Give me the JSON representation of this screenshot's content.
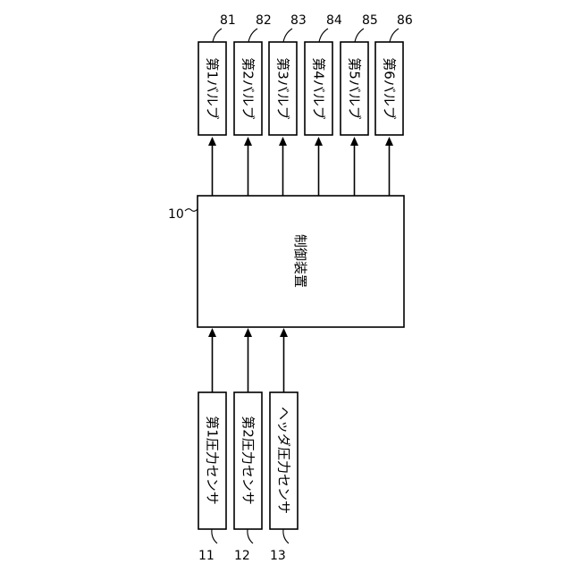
{
  "controller": {
    "label": "制御装置",
    "ref": "10"
  },
  "valves": [
    {
      "label": "第1バルブ",
      "ref": "81"
    },
    {
      "label": "第2バルブ",
      "ref": "82"
    },
    {
      "label": "第3バルブ",
      "ref": "83"
    },
    {
      "label": "第4バルブ",
      "ref": "84"
    },
    {
      "label": "第5バルブ",
      "ref": "85"
    },
    {
      "label": "第6バルブ",
      "ref": "86"
    }
  ],
  "sensors": [
    {
      "label": "第1圧力センサ",
      "ref": "11"
    },
    {
      "label": "第2圧力センサ",
      "ref": "12"
    },
    {
      "label": "ヘッダ圧力センサ",
      "ref": "13"
    }
  ]
}
